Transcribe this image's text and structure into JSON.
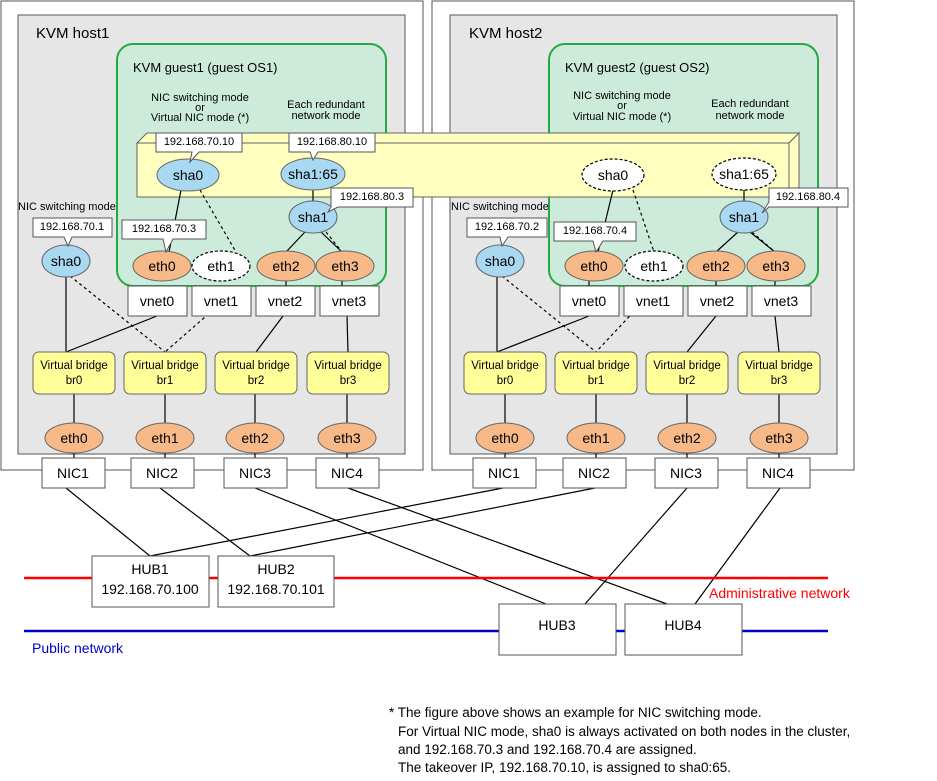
{
  "hosts": [
    {
      "title": "KVM host1"
    },
    {
      "title": "KVM host2"
    }
  ],
  "guests": [
    {
      "title": "KVM guest1 (guest OS1)"
    },
    {
      "title": "KVM guest2 (guest OS2)"
    }
  ],
  "modes": {
    "nic_switching_or_virtual": [
      "NIC switching mode",
      "or",
      "Virtual NIC mode (*)"
    ],
    "redundant": [
      "Each redundant",
      "network mode"
    ],
    "nic_switching": "NIC switching mode"
  },
  "ips": {
    "g1_sha0": "192.168.70.10",
    "g1_sha165": "192.168.80.10",
    "g1_sha1": "192.168.80.3",
    "g1_eth0": "192.168.70.3",
    "h1_sha0": "192.168.70.1",
    "h2_sha0": "192.168.70.2",
    "g2_eth0": "192.168.70.4",
    "g2_sha1": "192.168.80.4"
  },
  "nodes": {
    "sha0": "sha0",
    "sha1": "sha1",
    "sha165": "sha1:65",
    "eth0": "eth0",
    "eth1": "eth1",
    "eth2": "eth2",
    "eth3": "eth3"
  },
  "vnets": [
    "vnet0",
    "vnet1",
    "vnet2",
    "vnet3"
  ],
  "bridges": [
    {
      "l1": "Virtual bridge",
      "l2": "br0"
    },
    {
      "l1": "Virtual bridge",
      "l2": "br1"
    },
    {
      "l1": "Virtual bridge",
      "l2": "br2"
    },
    {
      "l1": "Virtual bridge",
      "l2": "br3"
    }
  ],
  "nics": [
    "NIC1",
    "NIC2",
    "NIC3",
    "NIC4"
  ],
  "hubs": [
    {
      "name": "HUB1",
      "ip": "192.168.70.100"
    },
    {
      "name": "HUB2",
      "ip": "192.168.70.101"
    },
    {
      "name": "HUB3",
      "ip": ""
    },
    {
      "name": "HUB4",
      "ip": ""
    }
  ],
  "networks": {
    "admin": "Administrative network",
    "public": "Public network"
  },
  "colors": {
    "admin": "#ff0000",
    "public": "#0000cc",
    "guest_fill": "#cdebdb",
    "guest_border": "#22aa44",
    "ellipse_blue": "#a9d8f2",
    "ellipse_orange": "#f7b987",
    "bridge_fill": "#ffff99",
    "band_fill": "#ffffc0",
    "host_fill": "#e6e6e6"
  },
  "note": [
    "* The figure above shows an example for NIC switching mode.",
    "For Virtual NIC mode, sha0 is always activated on both nodes in the cluster,",
    "and 192.168.70.3 and 192.168.70.4 are assigned.",
    "The takeover IP, 192.168.70.10, is assigned to sha0:65."
  ]
}
